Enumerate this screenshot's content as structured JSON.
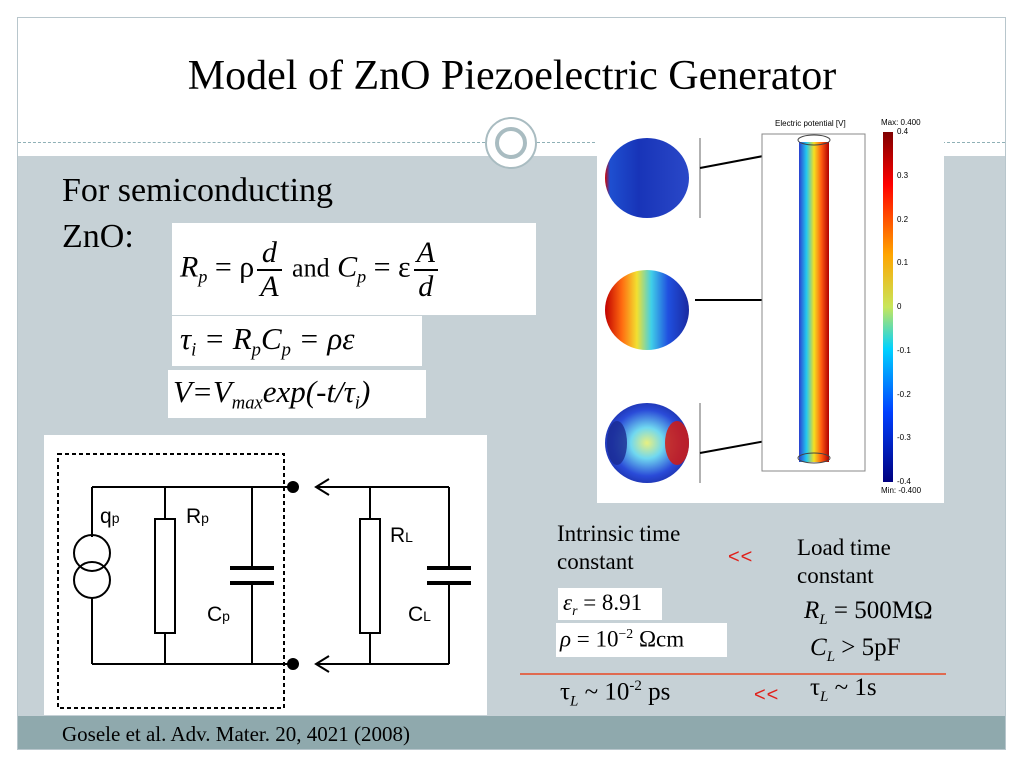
{
  "slide": {
    "title": "Model of ZnO Piezoelectric Generator",
    "lead_text_line1": "For semiconducting",
    "lead_text_line2": "ZnO:",
    "equations": {
      "eq1_lhs1": "R",
      "eq1_sub1": "p",
      "eq1_rho": "= ρ",
      "eq1_frac1_num": "d",
      "eq1_frac1_den": "A",
      "eq1_and": "and",
      "eq1_lhs2": "C",
      "eq1_sub2": "p",
      "eq1_eps": "= ε",
      "eq1_frac2_num": "A",
      "eq1_frac2_den": "d",
      "eq2": "τ",
      "eq2_sub": "i",
      "eq2_mid": " = R",
      "eq2_sub2": "p",
      "eq2_c": "C",
      "eq2_sub3": "p",
      "eq2_end": " = ρε",
      "eq3_v": "V=V",
      "eq3_sub": "max",
      "eq3_rest": "exp(-t/τ",
      "eq3_sub2": "i",
      "eq3_end": ")"
    },
    "circuit": {
      "qp": "q",
      "qp_sub": "p",
      "rp": "R",
      "rp_sub": "p",
      "cp": "C",
      "cp_sub": "p",
      "rl": "R",
      "rl_sub": "L",
      "cl": "C",
      "cl_sub": "L"
    },
    "simulation": {
      "colorbar_title": "Electric potential [V]",
      "max_label": "Max: 0.400",
      "min_label": "Min: -0.400",
      "ticks": [
        "0.4",
        "0.3",
        "0.2",
        "0.1",
        "0",
        "-0.1",
        "-0.2",
        "-0.3",
        "-0.4"
      ]
    },
    "intrinsic_label_line1": "Intrinsic time",
    "intrinsic_label_line2": "constant",
    "compare_symbol": "<<",
    "load_label_line1": "Load time",
    "load_label_line2": "constant",
    "eps_r": "ε",
    "eps_r_sub": "r",
    "eps_r_val": " = 8.91",
    "rho_sym": "ρ",
    "rho_eq": " = 10",
    "rho_exp": "−2",
    "rho_unit": " Ωcm",
    "rl_sym": "R",
    "rl_sub": "L",
    "rl_val": " = 500MΩ",
    "cl_sym": "C",
    "cl_sub": "L",
    "cl_val": " > 5pF",
    "tau_l1": "τ",
    "tau_l1_sub": "L",
    "tau_l1_val": " ~ 10",
    "tau_l1_exp": "-2",
    "tau_l1_unit": " ps",
    "compare_symbol2": "<<",
    "tau_l2": "τ",
    "tau_l2_sub": "L",
    "tau_l2_val": " ~ 1s",
    "footer": "Gosele et al. Adv. Mater. 20, 4021 (2008)"
  }
}
